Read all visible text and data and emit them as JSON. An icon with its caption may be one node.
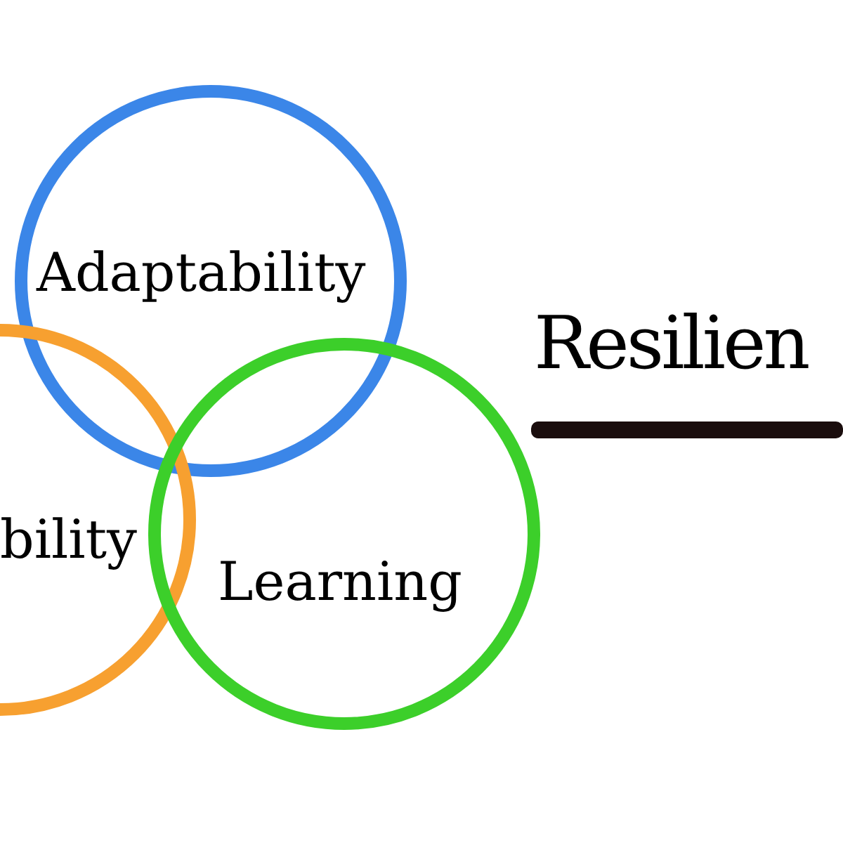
{
  "diagram": {
    "nodes": [
      {
        "text": [
          "Adaptability"
        ]
      },
      {
        "text": [
          "bility"
        ]
      },
      {
        "text": [
          "Learning"
        ]
      }
    ],
    "labels": [
      "Resilien"
    ]
  }
}
